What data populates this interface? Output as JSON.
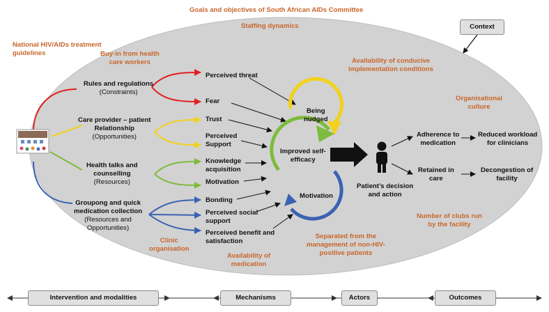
{
  "title": "Goals and objectives of South African AIDs Committee",
  "staffing": "Staffing dynamics",
  "context": "Context",
  "guidelines": [
    "National HIV/AIDs treatment",
    "guidelines"
  ],
  "buy_in": [
    "Buy-in from health",
    "care workers"
  ],
  "availability_conditions": [
    "Availability of conducive",
    "implementation conditions"
  ],
  "org_culture": [
    "Organisational",
    "culture"
  ],
  "clinic_org": [
    "Clinic",
    "organisation"
  ],
  "availability_med": [
    "Availability of",
    "medication"
  ],
  "separated": [
    "Separated from the",
    "management of non-HIV-",
    "positive patients"
  ],
  "clubs": [
    "Number of clubs run",
    "by the facility"
  ],
  "interventions": [
    {
      "title": [
        "Rules and regulations"
      ],
      "sub": [
        "(Constraints)"
      ]
    },
    {
      "title": [
        "Care provider – patient",
        "Relationship"
      ],
      "sub": [
        "(Opportunities)"
      ]
    },
    {
      "title": [
        "Health talks and",
        "counselling"
      ],
      "sub": [
        "(Resources)"
      ]
    },
    {
      "title": [
        "Groupong and quick",
        "medication collection"
      ],
      "sub": [
        "(Resources and",
        "Opportunities)"
      ]
    }
  ],
  "mechanisms": [
    [
      "Perceived threat"
    ],
    [
      "Fear"
    ],
    [
      "Trust"
    ],
    [
      "Perceived",
      "Support"
    ],
    [
      "Knowledge",
      "acquisition"
    ],
    [
      "Motivation"
    ],
    [
      "Bonding"
    ],
    [
      "Perceived social",
      "support"
    ],
    [
      "Perceived benefit and",
      "satisfaction"
    ]
  ],
  "cycle": {
    "nudged": [
      "Being",
      "nudged"
    ],
    "efficacy": [
      "Improved self-",
      "efficacy"
    ],
    "motivation": [
      "Motivation"
    ]
  },
  "patient": [
    "Patient’s decision",
    "and action"
  ],
  "outcomes": {
    "adherence": [
      "Adherence to",
      "medication"
    ],
    "retained": [
      "Retained in",
      "care"
    ],
    "workload": [
      "Reduced workload",
      "for clinicians"
    ],
    "decongestion": [
      "Decongestion of",
      "facility"
    ]
  },
  "bottom": [
    "Intervention and modalities",
    "Mechanisms",
    "Actors",
    "Outcomes"
  ],
  "colors": {
    "red": "#e02020",
    "yellow": "#f2d21a",
    "green": "#7dbb3c",
    "blue": "#3a62b3",
    "ellipse": "#d2d2d2",
    "orange": "#c8662a"
  }
}
